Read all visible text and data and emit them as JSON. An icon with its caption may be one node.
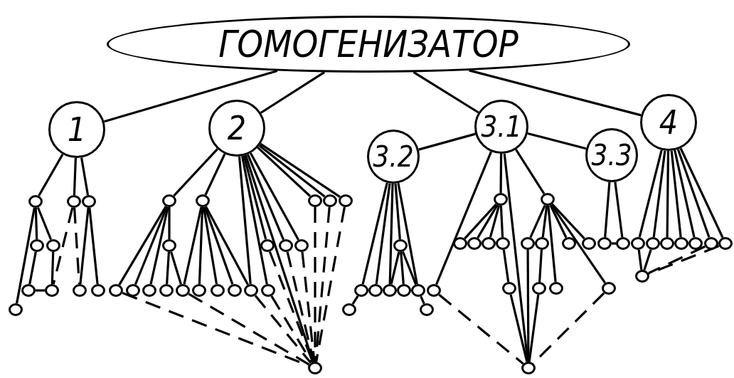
{
  "diagram": {
    "nodes": [
      {
        "text": [
          "ГОМОГЕНИЗАТОР"
        ]
      },
      {
        "text": [
          "1"
        ]
      },
      {
        "text": [
          "2"
        ]
      },
      {
        "text": [
          "3.1"
        ]
      },
      {
        "text": [
          "3.2"
        ]
      },
      {
        "text": [
          "3.3"
        ]
      },
      {
        "text": [
          "4"
        ]
      },
      {
        "text": [],
        "shape": "circle"
      },
      {
        "text": [],
        "shape": "circle"
      },
      {
        "text": [],
        "shape": "circle"
      },
      {
        "text": [],
        "shape": "circle"
      },
      {
        "text": [],
        "shape": "circle"
      },
      {
        "text": [],
        "shape": "circle"
      },
      {
        "text": [],
        "shape": "circle"
      },
      {
        "text": [],
        "shape": "circle"
      },
      {
        "text": [],
        "shape": "circle"
      },
      {
        "text": [],
        "shape": "circle"
      },
      {
        "text": [],
        "shape": "circle"
      },
      {
        "text": [],
        "shape": "circle"
      },
      {
        "text": [],
        "shape": "circle"
      },
      {
        "text": [],
        "shape": "circle"
      },
      {
        "text": [],
        "shape": "circle"
      },
      {
        "text": [],
        "shape": "circle"
      },
      {
        "text": [],
        "shape": "circle"
      },
      {
        "text": [],
        "shape": "circle"
      },
      {
        "text": [],
        "shape": "circle"
      },
      {
        "text": [],
        "shape": "circle"
      },
      {
        "text": [],
        "shape": "circle"
      },
      {
        "text": [],
        "shape": "circle"
      },
      {
        "text": [],
        "shape": "circle"
      },
      {
        "text": [],
        "shape": "circle"
      },
      {
        "text": [],
        "shape": "circle"
      },
      {
        "text": [],
        "shape": "circle"
      },
      {
        "text": [],
        "shape": "circle"
      },
      {
        "text": [],
        "shape": "circle"
      },
      {
        "text": [],
        "shape": "circle"
      },
      {
        "text": [],
        "shape": "circle"
      },
      {
        "text": [],
        "shape": "circle"
      },
      {
        "text": [],
        "shape": "circle"
      },
      {
        "text": [],
        "shape": "circle"
      },
      {
        "text": [],
        "shape": "circle"
      },
      {
        "text": [],
        "shape": "circle"
      },
      {
        "text": [],
        "shape": "circle"
      },
      {
        "text": [],
        "shape": "circle"
      },
      {
        "text": [],
        "shape": "circle"
      },
      {
        "text": [],
        "shape": "circle"
      },
      {
        "text": [],
        "shape": "circle"
      },
      {
        "text": [],
        "shape": "circle"
      },
      {
        "text": [],
        "shape": "circle"
      },
      {
        "text": [],
        "shape": "circle"
      },
      {
        "text": [],
        "shape": "circle"
      },
      {
        "text": [],
        "shape": "circle"
      },
      {
        "text": [],
        "shape": "circle"
      },
      {
        "text": [],
        "shape": "circle"
      },
      {
        "text": [],
        "shape": "circle"
      },
      {
        "text": [],
        "shape": "circle"
      },
      {
        "text": [],
        "shape": "circle"
      },
      {
        "text": [],
        "shape": "circle"
      },
      {
        "text": [],
        "shape": "circle"
      },
      {
        "text": [],
        "shape": "circle"
      },
      {
        "text": [],
        "shape": "circle"
      },
      {
        "text": [],
        "shape": "circle"
      },
      {
        "text": [],
        "shape": "circle"
      },
      {
        "text": [],
        "shape": "circle"
      },
      {
        "text": [],
        "shape": "circle"
      },
      {
        "text": [],
        "shape": "circle"
      },
      {
        "text": [],
        "shape": "circle"
      },
      {
        "text": [],
        "shape": "circle"
      },
      {
        "text": [],
        "shape": "circle"
      },
      {
        "text": [],
        "shape": "circle"
      },
      {
        "text": [],
        "shape": "circle"
      }
    ],
    "edges": [
      {
        "from": 0,
        "to": 1,
        "arrow": "none"
      },
      {
        "from": 0,
        "to": 2,
        "arrow": "none"
      },
      {
        "from": 0,
        "to": 3,
        "arrow": "none"
      },
      {
        "from": 0,
        "to": 6,
        "arrow": "none"
      },
      {
        "from": 3,
        "to": 4,
        "arrow": "none"
      },
      {
        "from": 3,
        "to": 5,
        "arrow": "none"
      },
      {
        "from": 1,
        "to": 7,
        "arrow": "none"
      },
      {
        "from": 1,
        "to": 8,
        "arrow": "none"
      },
      {
        "from": 1,
        "to": 9,
        "arrow": "none"
      },
      {
        "from": 7,
        "to": 10,
        "arrow": "none"
      },
      {
        "from": 7,
        "to": 11,
        "arrow": "none"
      },
      {
        "from": 7,
        "to": 16,
        "arrow": "none"
      },
      {
        "from": 10,
        "to": 12,
        "arrow": "none"
      },
      {
        "from": 11,
        "to": 13,
        "arrow": "none"
      },
      {
        "from": 12,
        "to": 13,
        "arrow": "none"
      },
      {
        "from": 8,
        "to": 13,
        "arrow": "none",
        "style": "dashed"
      },
      {
        "from": 8,
        "to": 14,
        "arrow": "none",
        "style": "dashed"
      },
      {
        "from": 9,
        "to": 14,
        "arrow": "none"
      },
      {
        "from": 9,
        "to": 15,
        "arrow": "none"
      },
      {
        "from": 2,
        "to": 17,
        "arrow": "none"
      },
      {
        "from": 2,
        "to": 18,
        "arrow": "none"
      },
      {
        "from": 2,
        "to": 34,
        "arrow": "none"
      },
      {
        "from": 2,
        "to": 35,
        "arrow": "none"
      },
      {
        "from": 2,
        "to": 23,
        "arrow": "none"
      },
      {
        "from": 2,
        "to": 24,
        "arrow": "none"
      },
      {
        "from": 2,
        "to": 25,
        "arrow": "none"
      },
      {
        "from": 2,
        "to": 36,
        "arrow": "none"
      },
      {
        "from": 2,
        "to": 19,
        "arrow": "none"
      },
      {
        "from": 2,
        "to": 20,
        "arrow": "none"
      },
      {
        "from": 2,
        "to": 21,
        "arrow": "none"
      },
      {
        "from": 17,
        "to": 26,
        "arrow": "none"
      },
      {
        "from": 17,
        "to": 27,
        "arrow": "none"
      },
      {
        "from": 17,
        "to": 28,
        "arrow": "none"
      },
      {
        "from": 17,
        "to": 22,
        "arrow": "none"
      },
      {
        "from": 22,
        "to": 29,
        "arrow": "none"
      },
      {
        "from": 22,
        "to": 30,
        "arrow": "none"
      },
      {
        "from": 18,
        "to": 30,
        "arrow": "none"
      },
      {
        "from": 18,
        "to": 31,
        "arrow": "none"
      },
      {
        "from": 18,
        "to": 32,
        "arrow": "none"
      },
      {
        "from": 18,
        "to": 33,
        "arrow": "none"
      },
      {
        "from": 18,
        "to": 34,
        "arrow": "none"
      },
      {
        "from": 19,
        "to": 36,
        "arrow": "none",
        "style": "dashed"
      },
      {
        "from": 20,
        "to": 36,
        "arrow": "none",
        "style": "dashed"
      },
      {
        "from": 21,
        "to": 36,
        "arrow": "none",
        "style": "dashed"
      },
      {
        "from": 23,
        "to": 36,
        "arrow": "none",
        "style": "dashed"
      },
      {
        "from": 24,
        "to": 36,
        "arrow": "none",
        "style": "dashed"
      },
      {
        "from": 25,
        "to": 36,
        "arrow": "none",
        "style": "dashed"
      },
      {
        "from": 26,
        "to": 36,
        "arrow": "none",
        "style": "dashed"
      },
      {
        "from": 30,
        "to": 36,
        "arrow": "none",
        "style": "dashed"
      },
      {
        "from": 34,
        "to": 36,
        "arrow": "none",
        "style": "dashed"
      },
      {
        "from": 35,
        "to": 36,
        "arrow": "none",
        "style": "dashed"
      },
      {
        "from": 4,
        "to": 37,
        "arrow": "none"
      },
      {
        "from": 4,
        "to": 38,
        "arrow": "none"
      },
      {
        "from": 4,
        "to": 39,
        "arrow": "none"
      },
      {
        "from": 4,
        "to": 40,
        "arrow": "none"
      },
      {
        "from": 4,
        "to": 42,
        "arrow": "none"
      },
      {
        "from": 37,
        "to": 40,
        "arrow": "none"
      },
      {
        "from": 37,
        "to": 41,
        "arrow": "none"
      },
      {
        "from": 37,
        "to": 42,
        "arrow": "none"
      },
      {
        "from": 38,
        "to": 44,
        "arrow": "none"
      },
      {
        "from": 42,
        "to": 45,
        "arrow": "none"
      },
      {
        "from": 3,
        "to": 43,
        "arrow": "none"
      },
      {
        "from": 43,
        "to": 60,
        "arrow": "none",
        "style": "dashed"
      },
      {
        "from": 3,
        "to": 46,
        "arrow": "none"
      },
      {
        "from": 3,
        "to": 47,
        "arrow": "none"
      },
      {
        "from": 3,
        "to": 60,
        "arrow": "none"
      },
      {
        "from": 46,
        "to": 48,
        "arrow": "none"
      },
      {
        "from": 46,
        "to": 49,
        "arrow": "none"
      },
      {
        "from": 46,
        "to": 50,
        "arrow": "none"
      },
      {
        "from": 46,
        "to": 51,
        "arrow": "none"
      },
      {
        "from": 51,
        "to": 56,
        "arrow": "none"
      },
      {
        "from": 47,
        "to": 52,
        "arrow": "none"
      },
      {
        "from": 47,
        "to": 53,
        "arrow": "none"
      },
      {
        "from": 47,
        "to": 54,
        "arrow": "none"
      },
      {
        "from": 47,
        "to": 55,
        "arrow": "none"
      },
      {
        "from": 53,
        "to": 57,
        "arrow": "none"
      },
      {
        "from": 47,
        "to": 58,
        "arrow": "none"
      },
      {
        "from": 47,
        "to": 59,
        "arrow": "none"
      },
      {
        "from": 56,
        "to": 60,
        "arrow": "none"
      },
      {
        "from": 57,
        "to": 60,
        "arrow": "none"
      },
      {
        "from": 52,
        "to": 60,
        "arrow": "none"
      },
      {
        "from": 59,
        "to": 60,
        "arrow": "none",
        "style": "dashed"
      },
      {
        "from": 5,
        "to": 61,
        "arrow": "none"
      },
      {
        "from": 5,
        "to": 62,
        "arrow": "none"
      },
      {
        "from": 61,
        "to": 62,
        "arrow": "none"
      },
      {
        "from": 6,
        "to": 63,
        "arrow": "none"
      },
      {
        "from": 6,
        "to": 64,
        "arrow": "none"
      },
      {
        "from": 6,
        "to": 65,
        "arrow": "none"
      },
      {
        "from": 6,
        "to": 66,
        "arrow": "none"
      },
      {
        "from": 6,
        "to": 67,
        "arrow": "none"
      },
      {
        "from": 6,
        "to": 68,
        "arrow": "none"
      },
      {
        "from": 6,
        "to": 69,
        "arrow": "none"
      },
      {
        "from": 63,
        "to": 70,
        "arrow": "none"
      },
      {
        "from": 64,
        "to": 70,
        "arrow": "none"
      },
      {
        "from": 68,
        "to": 70,
        "arrow": "none",
        "style": "dashed"
      },
      {
        "from": 69,
        "to": 70,
        "arrow": "none",
        "style": "dashed"
      }
    ]
  }
}
